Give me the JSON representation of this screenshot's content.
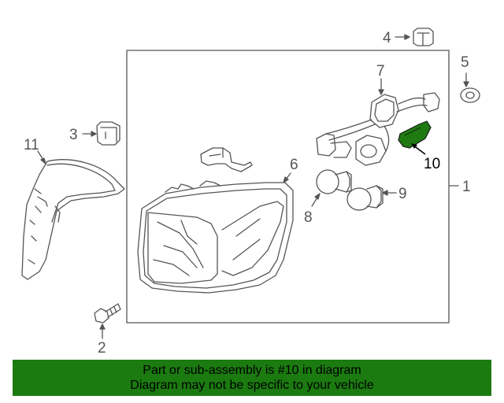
{
  "diagram": {
    "callouts": [
      "1",
      "2",
      "3",
      "4",
      "5",
      "6",
      "7",
      "8",
      "9",
      "10",
      "11"
    ],
    "highlight_color": "#1f7a12",
    "line_color": "#555555"
  },
  "banner": {
    "line1": "Part or sub-assembly is #10 in diagram",
    "line2": "Diagram may not be specific to your vehicle",
    "background": "#1b7a10"
  }
}
